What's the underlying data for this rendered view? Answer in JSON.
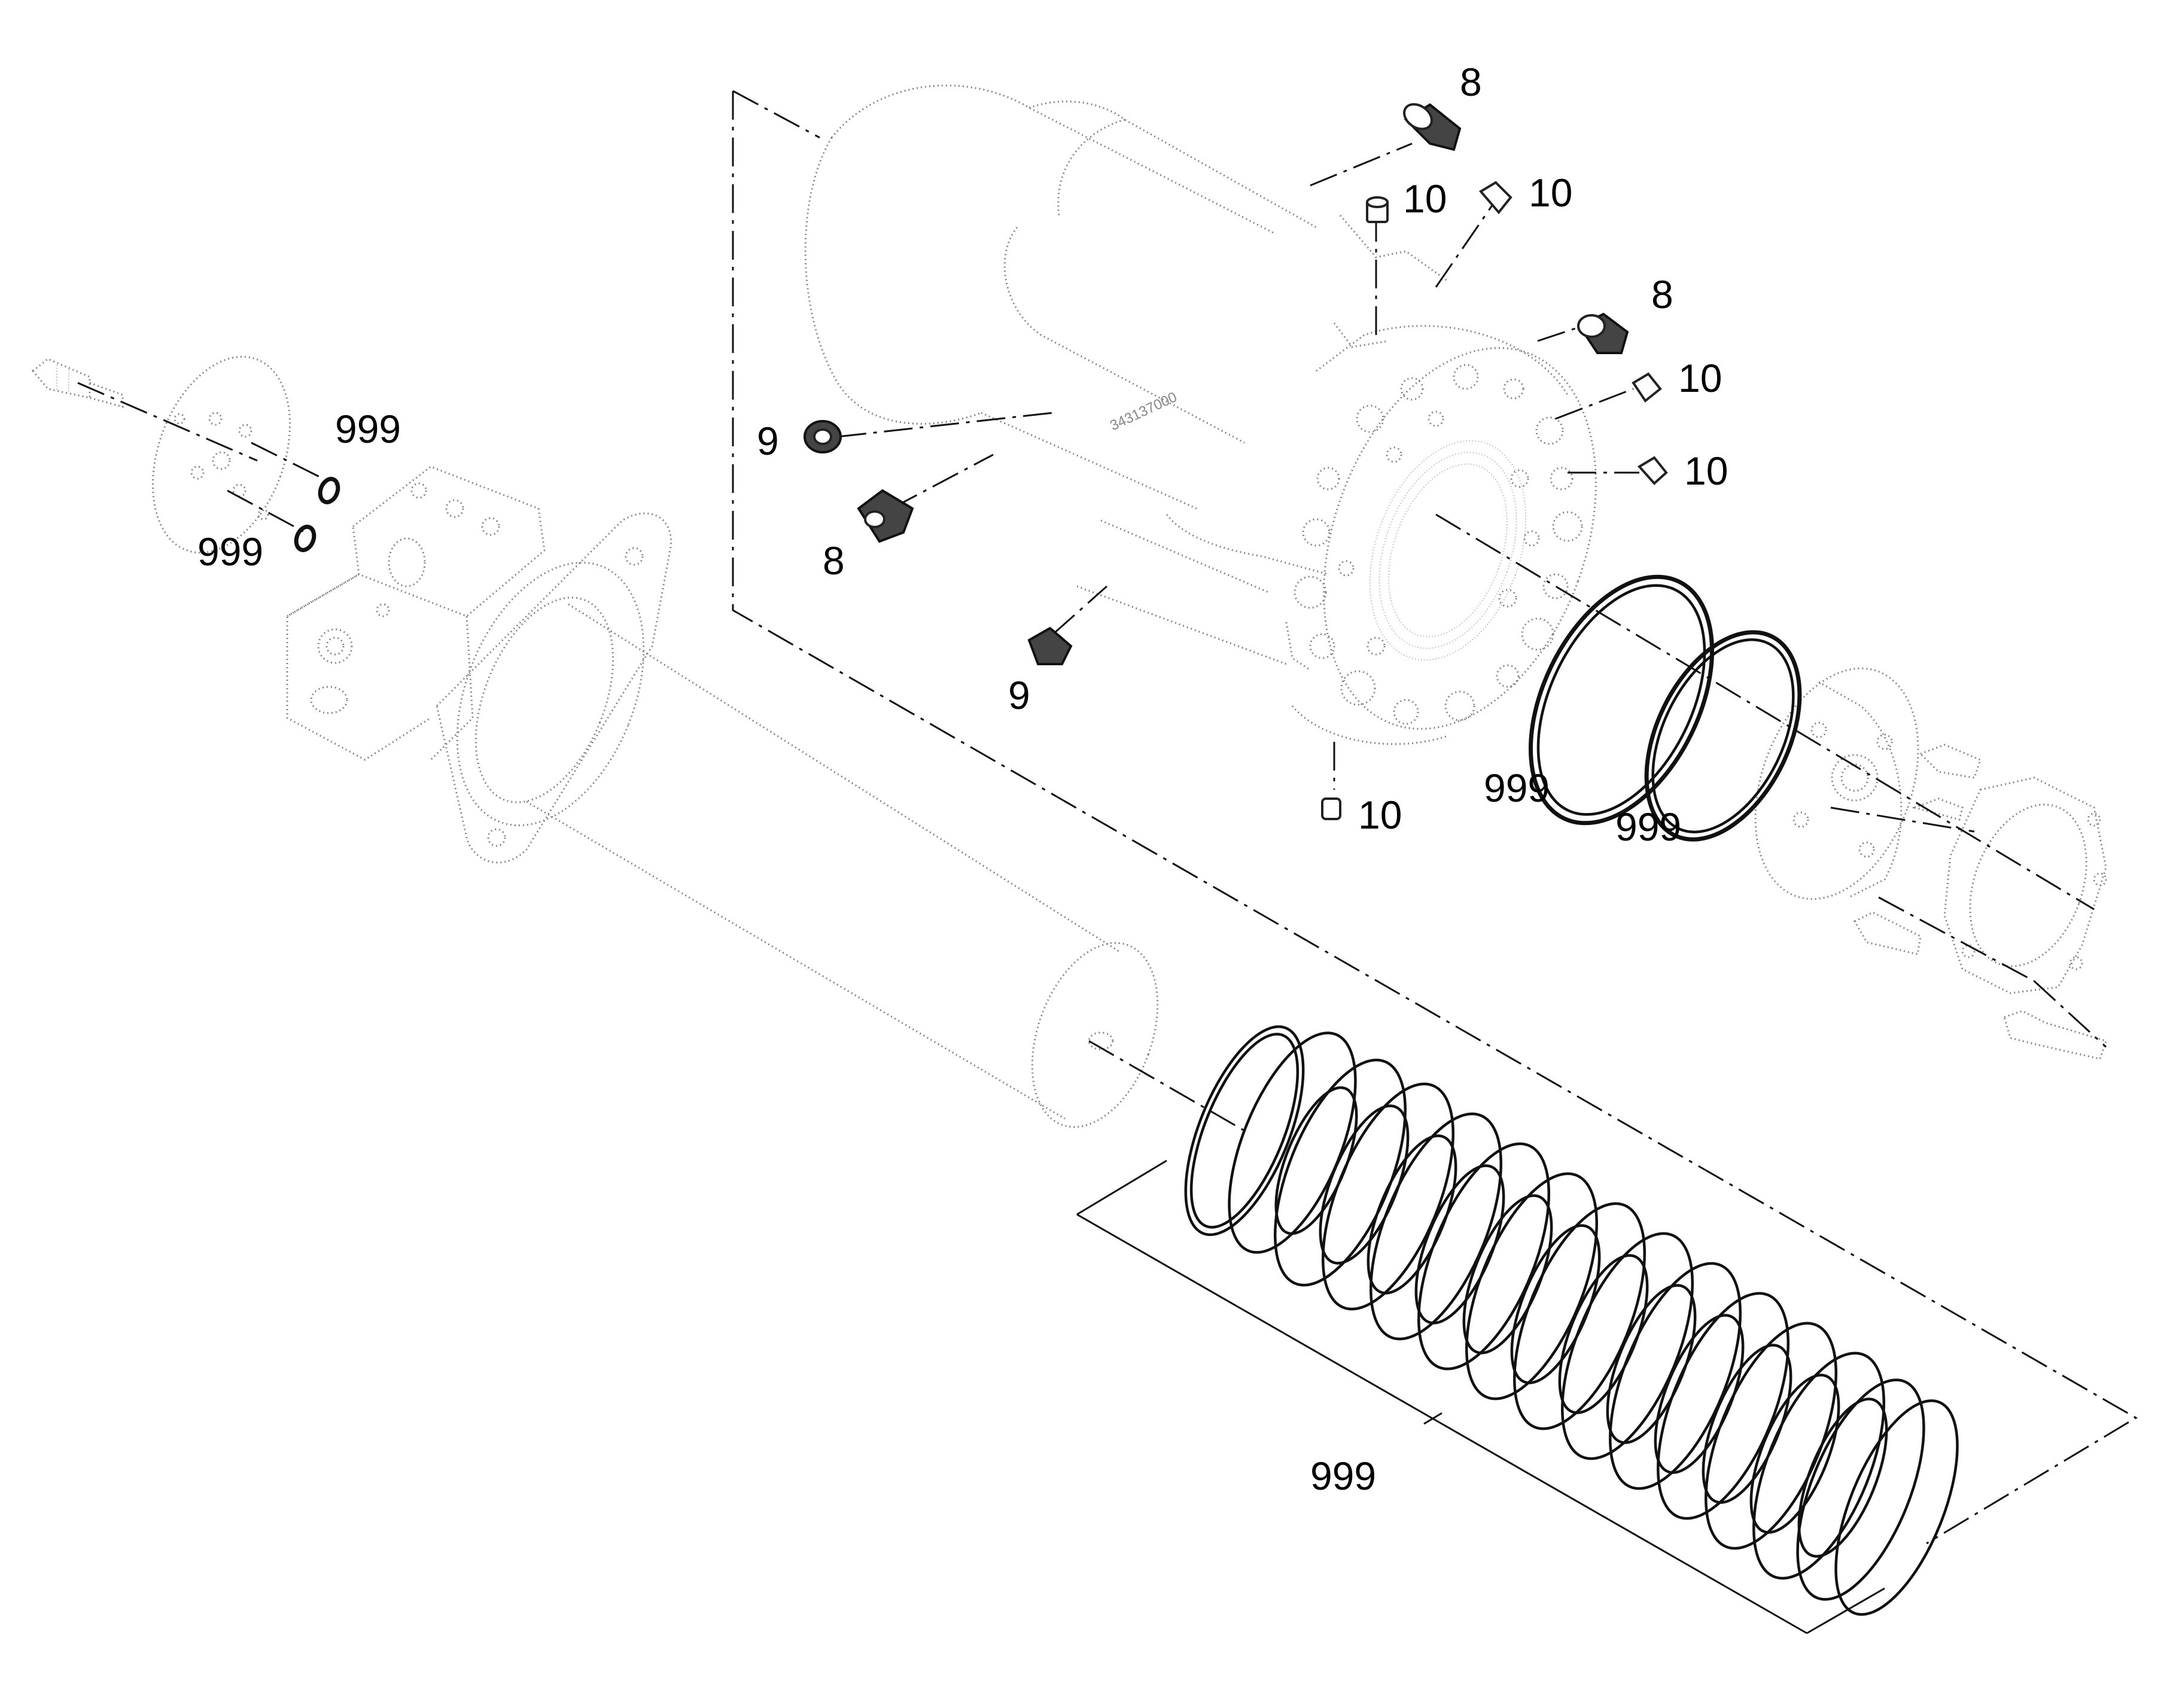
{
  "callouts": {
    "item_8_top": "8",
    "item_10_center": "10",
    "item_10_top_right": "10",
    "item_8_right": "8",
    "item_10_right_upper": "10",
    "item_10_right_lower": "10",
    "item_9_upper": "9",
    "item_8_left": "8",
    "item_9_lower": "9",
    "item_10_bottom": "10",
    "item_999_upper_left": "999",
    "item_999_lower_left": "999",
    "item_999_ring_large": "999",
    "item_999_ring_small": "999",
    "item_999_spring_set": "999"
  },
  "housing_marking": "343137000"
}
